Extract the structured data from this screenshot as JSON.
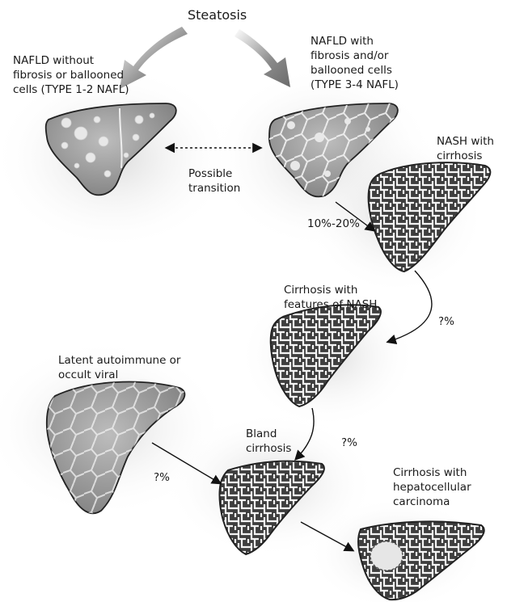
{
  "title": "Steatosis",
  "labels": {
    "type12": "NAFLD without\nfibrosis or ballooned\ncells (TYPE 1-2 NAFL)",
    "type34": "NAFLD with\nfibrosis and/or\nballooned cells\n(TYPE 3-4 NAFL)",
    "nash_cirrhosis": "NASH with\ncirrhosis",
    "possible_transition": "Possible\ntransition",
    "cirrhosis_nash_features": "Cirrhosis with\nfeatures of NASH",
    "latent": "Latent autoimmune or\noccult viral",
    "bland": "Bland\ncirrhosis",
    "hcc": "Cirrhosis with\nhepatocellular\ncarcinoma"
  },
  "percentages": {
    "to_nash_cirrhosis": "10%-20%",
    "to_cirrhosis_features": "?%",
    "to_bland_from_features": "?%",
    "to_bland_from_latent": "?%"
  },
  "colors": {
    "arrow": "#6f6f6f",
    "liver_light": "#9a9a9a",
    "liver_dark": "#555555",
    "outline": "#222222"
  }
}
